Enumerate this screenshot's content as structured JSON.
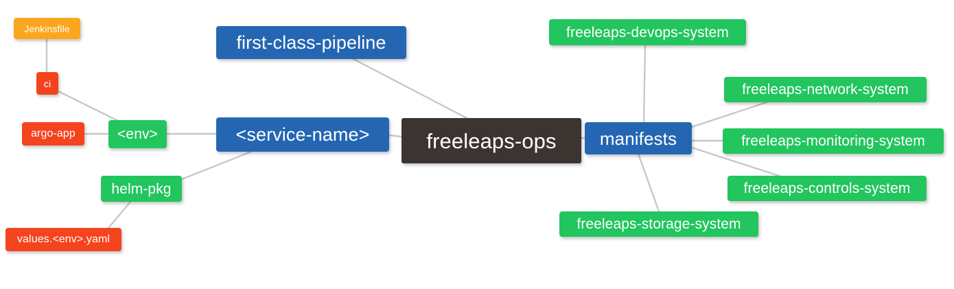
{
  "diagram": {
    "type": "mindmap",
    "title": "freeleaps-ops",
    "background_color": "#ffffff",
    "edge_color": "#c8c8c8",
    "palette": {
      "root": "#3b3431",
      "blue": "#2566b3",
      "green": "#22c55e",
      "red": "#f4441e",
      "amber": "#fca51e"
    }
  },
  "nodes": {
    "root": {
      "label": "freeleaps-ops",
      "color": "#3b3431"
    },
    "service_name": {
      "label": "<service-name>",
      "color": "#2566b3"
    },
    "first_class_pipeline": {
      "label": "first-class-pipeline",
      "color": "#2566b3"
    },
    "manifests": {
      "label": "manifests",
      "color": "#2566b3"
    },
    "env": {
      "label": "<env>",
      "color": "#22c55e"
    },
    "helm_pkg": {
      "label": "helm-pkg",
      "color": "#22c55e"
    },
    "jenkinsfile": {
      "label": "Jenkinsfile",
      "color": "#fca51e"
    },
    "ci": {
      "label": "ci",
      "color": "#f4441e"
    },
    "argo_app": {
      "label": "argo-app",
      "color": "#f4441e"
    },
    "values_yaml": {
      "label": "values.<env>.yaml",
      "color": "#f4441e"
    },
    "devops_system": {
      "label": "freeleaps-devops-system",
      "color": "#22c55e"
    },
    "network_system": {
      "label": "freeleaps-network-system",
      "color": "#22c55e"
    },
    "monitoring_system": {
      "label": "freeleaps-monitoring-system",
      "color": "#22c55e"
    },
    "controls_system": {
      "label": "freeleaps-controls-system",
      "color": "#22c55e"
    },
    "storage_system": {
      "label": "freeleaps-storage-system",
      "color": "#22c55e"
    }
  },
  "edges": [
    {
      "from": "jenkinsfile",
      "to": "ci"
    },
    {
      "from": "ci",
      "to": "env"
    },
    {
      "from": "argo_app",
      "to": "env"
    },
    {
      "from": "env",
      "to": "service_name"
    },
    {
      "from": "helm_pkg",
      "to": "service_name"
    },
    {
      "from": "values_yaml",
      "to": "helm_pkg"
    },
    {
      "from": "service_name",
      "to": "root"
    },
    {
      "from": "first_class_pipeline",
      "to": "root"
    },
    {
      "from": "root",
      "to": "manifests"
    },
    {
      "from": "manifests",
      "to": "devops_system"
    },
    {
      "from": "manifests",
      "to": "network_system"
    },
    {
      "from": "manifests",
      "to": "monitoring_system"
    },
    {
      "from": "manifests",
      "to": "controls_system"
    },
    {
      "from": "manifests",
      "to": "storage_system"
    }
  ]
}
